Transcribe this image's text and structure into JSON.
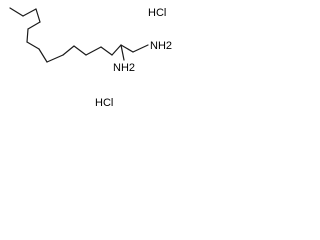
{
  "molecule": {
    "salt_top": "HCl",
    "salt_bottom": "HCl",
    "amine_terminal": "NH2",
    "amine_internal": "NH2"
  }
}
